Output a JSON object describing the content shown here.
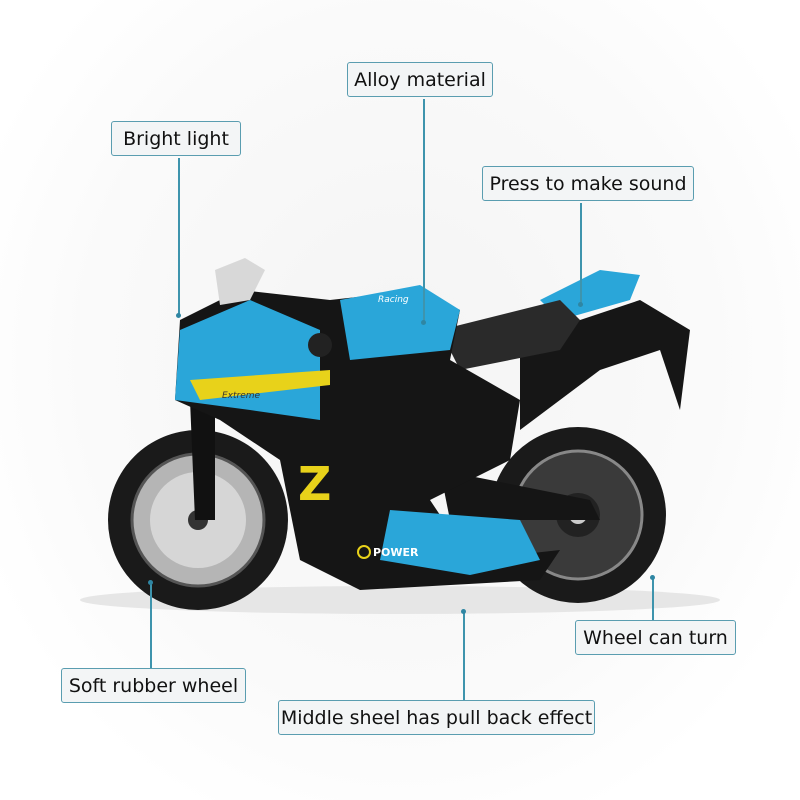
{
  "callouts": {
    "alloy": "Alloy material",
    "light": "Bright light",
    "sound": "Press to make sound",
    "wheel_turn": "Wheel can turn",
    "rubber": "Soft rubber wheel",
    "pullback": "Middle sheel has pull back effect"
  },
  "decals": {
    "number": "Z",
    "power": "POWER",
    "extreme": "Extreme",
    "racing": "Racing"
  },
  "colors": {
    "accent_line": "#3e94ad",
    "body_blue": "#2aa6d9",
    "decal_yellow": "#e8d21a"
  }
}
